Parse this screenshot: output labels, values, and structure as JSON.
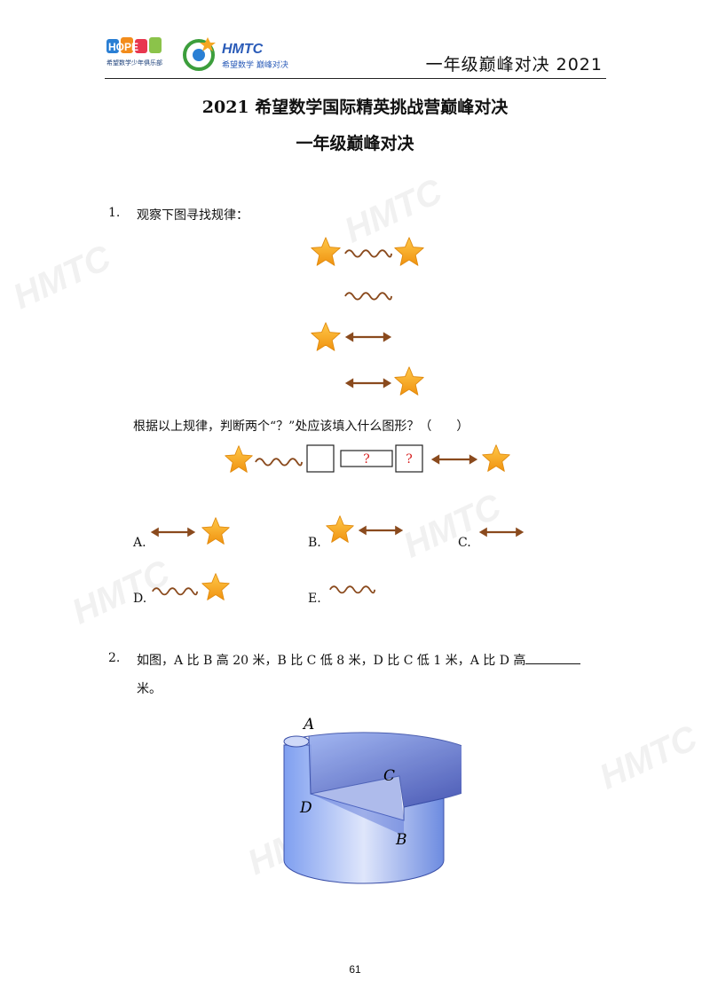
{
  "header": {
    "title": "一年级巅峰对决 2021",
    "logo_hope_text": "HOPE",
    "logo_hope_sub": "希望数学少年俱乐部",
    "logo_hmtc_text": "HMTC",
    "logo_hmtc_sub": "希望数学 巅峰对决"
  },
  "title_line1": "2021 希望数学国际精英挑战营巅峰对决",
  "title_line2": "一年级巅峰对决",
  "q1": {
    "number": "1.",
    "prompt": "观察下图寻找规律：",
    "question": "根据以上规律，判断两个“？”处应该填入什么图形？（　　）",
    "mark1": "?",
    "mark2": "?",
    "options": [
      "A.",
      "B.",
      "C.",
      "D.",
      "E."
    ]
  },
  "q2": {
    "number": "2.",
    "line1": "如图，A 比 B 高 20 米，B 比 C 低 8 米，D 比 C 低 1 米，A 比 D 高",
    "line2": "米。",
    "labels": {
      "A": "A",
      "B": "B",
      "C": "C",
      "D": "D"
    }
  },
  "page_number": "61",
  "colors": {
    "star": "#f5a623",
    "moon": "#f7b32b",
    "arrow": "#8a4a1d",
    "mark": "#d62020",
    "cylinder": "#6f8fe0"
  }
}
